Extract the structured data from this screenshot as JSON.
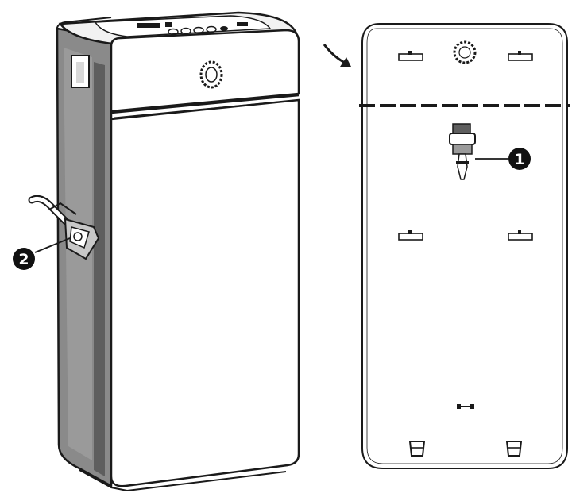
{
  "callouts": [
    {
      "id": "callout-1",
      "label": "1"
    },
    {
      "id": "callout-2",
      "label": "2"
    }
  ],
  "colors": {
    "line": "#1a1a1a",
    "side_panel": "#8a8a8a",
    "side_panel_dark": "#5e5e5e",
    "callout_fill": "#111111",
    "callout_text": "#ffffff",
    "background": "#ffffff"
  },
  "icons": [
    "arrow-curved-icon",
    "air-vent-icon",
    "drain-hose-icon",
    "control-panel-icon"
  ]
}
